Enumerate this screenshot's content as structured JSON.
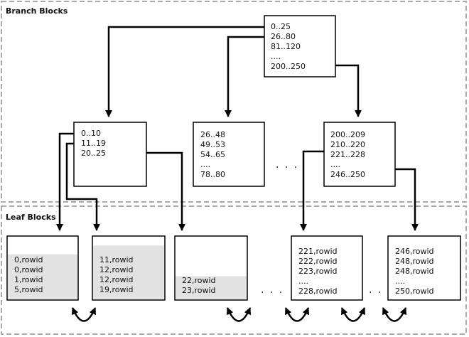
{
  "regions": {
    "branch_label": "Branch Blocks",
    "leaf_label": "Leaf Blocks"
  },
  "root": {
    "lines": [
      "0..25",
      "26..80",
      "81..120",
      "....",
      "200..250"
    ]
  },
  "branch_nodes": [
    {
      "lines": [
        "0..10",
        "11..19",
        "20..25"
      ]
    },
    {
      "lines": [
        "26..48",
        "49..53",
        "54..65",
        "....",
        "78..80"
      ]
    },
    {
      "lines": [
        "200..209",
        "210..220",
        "221..228",
        "....",
        "246..250"
      ]
    }
  ],
  "branch_ellipsis": ". . .",
  "leaf_nodes": [
    {
      "lines": [
        "0,rowid",
        "0,rowid",
        "1,rowid",
        "5,rowid"
      ],
      "fill_fraction": 0.72
    },
    {
      "lines": [
        "11,rowid",
        "12,rowid",
        "12,rowid",
        "19,rowid"
      ],
      "fill_fraction": 0.86
    },
    {
      "lines": [
        "22,rowid",
        "23,rowid"
      ],
      "fill_fraction": 0.37
    },
    {
      "lines": [
        "221,rowid",
        "222,rowid",
        "223,rowid",
        "....",
        "228,rowid"
      ],
      "fill_fraction": 0
    },
    {
      "lines": [
        "246,rowid",
        "248,rowid",
        "248,rowid",
        "....",
        "250,rowid"
      ],
      "fill_fraction": 0
    }
  ],
  "leaf_ellipses": [
    ". . .",
    ". . ."
  ],
  "colors": {
    "fill": "#e2e2e2",
    "region_border": "#aaaaaa",
    "stroke": "#000000"
  }
}
